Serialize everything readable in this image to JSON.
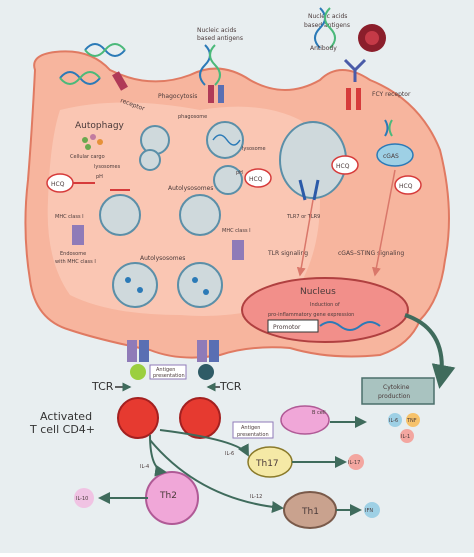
{
  "labels": {
    "nucleic_acids_top": "Nucleic acids",
    "nucleic_acids_based_top": "based antigens",
    "nucleic_acids_right": "Nucleic acids",
    "nucleic_acids_based_right": "based antigens",
    "antibody": "Antibody",
    "receptor": "receptor",
    "phagocytosis": "Phagocytosis",
    "fcy_receptor": "FCY receptor",
    "autophagy": "Autophagy",
    "cellular_cargo_1": "Cellular cargo",
    "cellular_cargo_2": "lysosomes",
    "phagosome": "phagosome",
    "lysosome": "lysosome",
    "autolysosomes_mid": "Autolysosomes",
    "autolysosomes_bottom": "Autolysosomes",
    "hcq": "HCQ",
    "ph": "pH",
    "mhc_class_1_left": "MHC class I",
    "mhc_class_1_right": "MHC class I",
    "endosome_1": "Endosome",
    "endosome_2": "with MHC class I",
    "tlr": "TLR7 or TLR9",
    "cgas": "cGAS",
    "tlr_signaling": "TLR signaling",
    "cgas_sting": "cGAS–STING signaling",
    "nucleus": "Nucleus",
    "induction_1": "Induction of",
    "induction_2": "pro-inflammatory gene expression",
    "promotor": "Promotor",
    "antigen_presentation_1": "Antigen",
    "antigen_presentation_2": "presentation",
    "tcr_left": "TCR",
    "tcr_right": "TCR",
    "activated_1": "Activated",
    "activated_2": "T cell CD4+",
    "cytokine_1": "Cytokine",
    "cytokine_2": "production",
    "b_cell": "B cell",
    "il6": "IL-6",
    "tnf": "TNF",
    "il1": "IL-1",
    "th17": "Th17",
    "il17": "IL-17",
    "th2": "Th2",
    "il4": "IL-4",
    "il6_th": "IL-6",
    "il10": "IL-10",
    "il12": "IL-12",
    "th1": "Th1",
    "ifn": "IFN"
  },
  "colors": {
    "cell_fill": "#f7b59e",
    "cell_stroke": "#e07a62",
    "inner_fill": "#fbd2c2",
    "nucleus_fill": "#f28f8a",
    "hcq_stroke": "#d63b3b",
    "t_cell": "#e63a30",
    "th17": "#f5e9a6",
    "th2": "#f0a7d8",
    "th1": "#c9a28e",
    "cytokine_box": "#a9c3c0",
    "arrow_green": "#3f6b5c"
  }
}
